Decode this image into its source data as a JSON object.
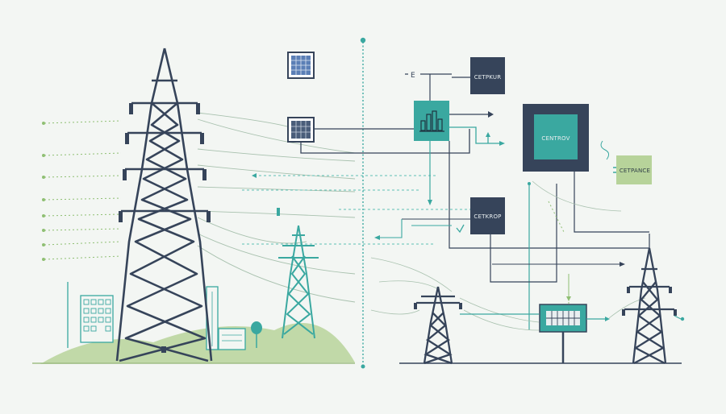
{
  "colors": {
    "background": "#f3f6f3",
    "navy": "#36445a",
    "teal": "#3aa8a0",
    "teal_light": "#5fc0b6",
    "green": "#a9c98a",
    "green_line": "#8fbf73",
    "box_text_light": "#e8eef0",
    "box_text_dark": "#2f3e46"
  },
  "labels": {
    "top_fragment": "E",
    "box_top": "CETPKUR",
    "box_center": "CENTROV",
    "box_mid": "CETKROP",
    "box_green": "CETPANCE"
  },
  "icons": {
    "solar_panel": "solar-panel-icon",
    "bar_chart": "bar-chart-icon",
    "transmission_tower": "transmission-tower-icon",
    "building": "building-icon",
    "tree": "tree-icon"
  }
}
